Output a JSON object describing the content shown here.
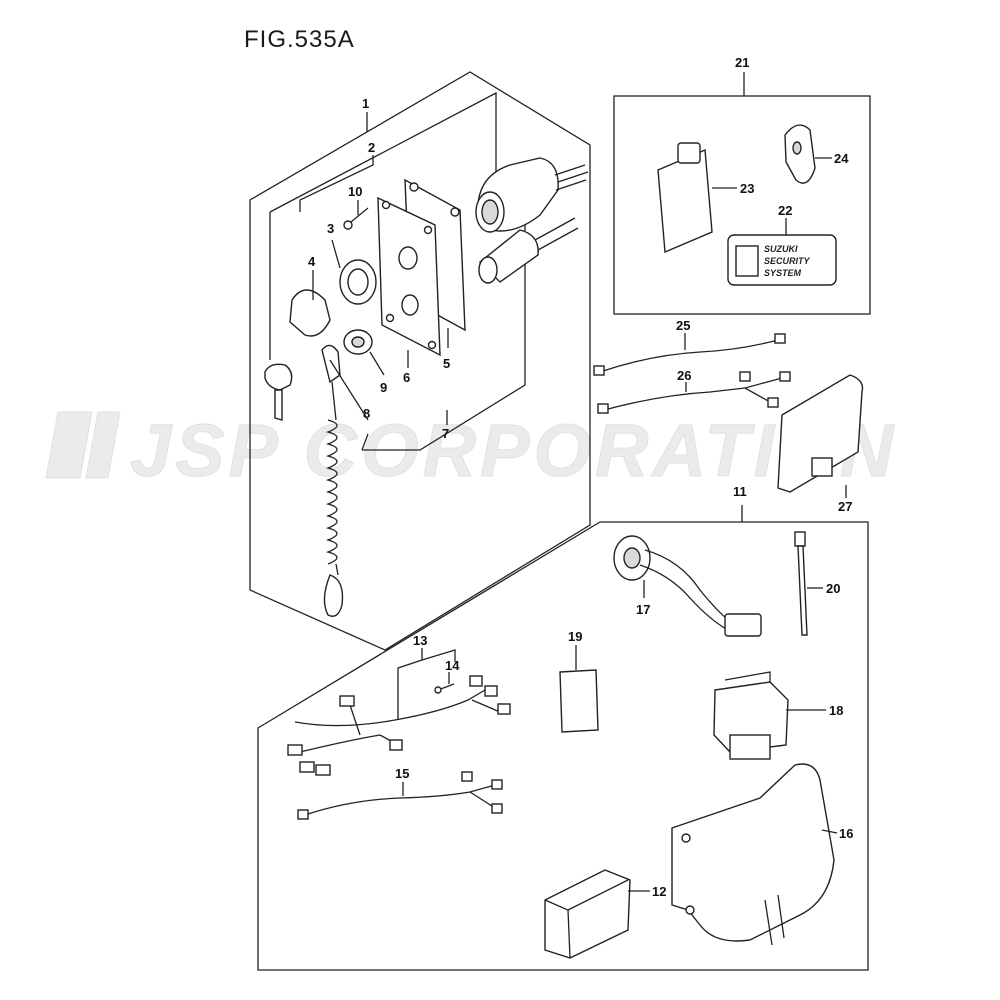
{
  "figure": {
    "title": "FIG.535A"
  },
  "watermark": {
    "text": "JSP CORPORATION"
  },
  "security_label": {
    "line1": "SUZUKI",
    "line2": "SECURITY",
    "line3": "SYSTEM"
  },
  "callouts": {
    "c1": "1",
    "c2": "2",
    "c3": "3",
    "c4": "4",
    "c5": "5",
    "c6": "6",
    "c7": "7",
    "c8": "8",
    "c9": "9",
    "c10": "10",
    "c11": "11",
    "c12": "12",
    "c13": "13",
    "c14": "14",
    "c15": "15",
    "c16": "16",
    "c17": "17",
    "c18": "18",
    "c19": "19",
    "c20": "20",
    "c21": "21",
    "c22": "22",
    "c23": "23",
    "c24": "24",
    "c25": "25",
    "c26": "26",
    "c27": "27"
  }
}
